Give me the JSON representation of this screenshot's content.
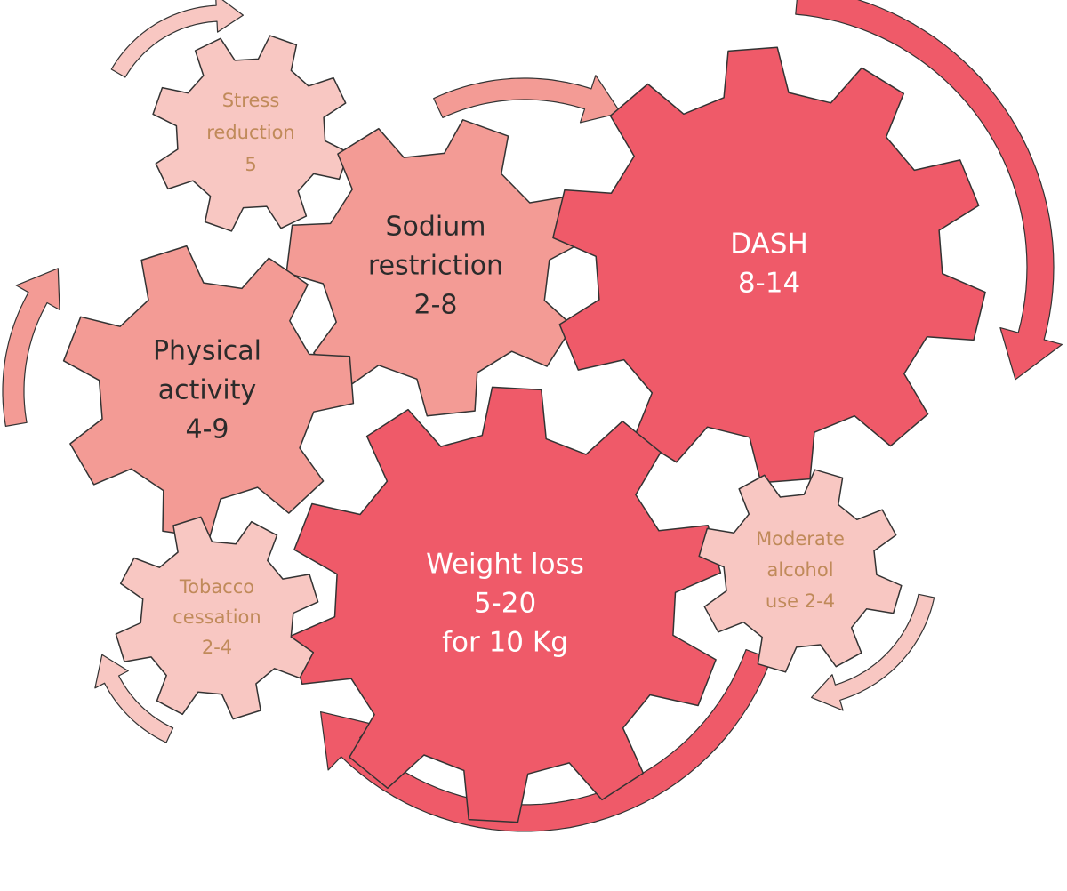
{
  "colors": {
    "dark": "#ef5a69",
    "medium": "#f39b95",
    "light": "#f8c7c2",
    "outline": "#333333",
    "text_dark": "#ffffff",
    "text_medium": "#2b2b2b",
    "text_light": "#c08a5a"
  },
  "gears": [
    {
      "id": "stress",
      "tone": "light",
      "lines": [
        "Stress",
        "reduction",
        "5"
      ]
    },
    {
      "id": "sodium",
      "tone": "medium",
      "lines": [
        "Sodium",
        "restriction",
        "2-8"
      ]
    },
    {
      "id": "dash",
      "tone": "dark",
      "lines": [
        "DASH",
        "8-14"
      ]
    },
    {
      "id": "physical",
      "tone": "medium",
      "lines": [
        "Physical",
        "activity",
        "4-9"
      ]
    },
    {
      "id": "weight",
      "tone": "dark",
      "lines": [
        "Weight loss",
        "5-20",
        "for 10 Kg"
      ]
    },
    {
      "id": "tobacco",
      "tone": "light",
      "lines": [
        "Tobacco",
        "cessation",
        "2-4"
      ]
    },
    {
      "id": "alcohol",
      "tone": "light",
      "lines": [
        "Moderate",
        "alcohol",
        "use 2-4"
      ]
    }
  ]
}
